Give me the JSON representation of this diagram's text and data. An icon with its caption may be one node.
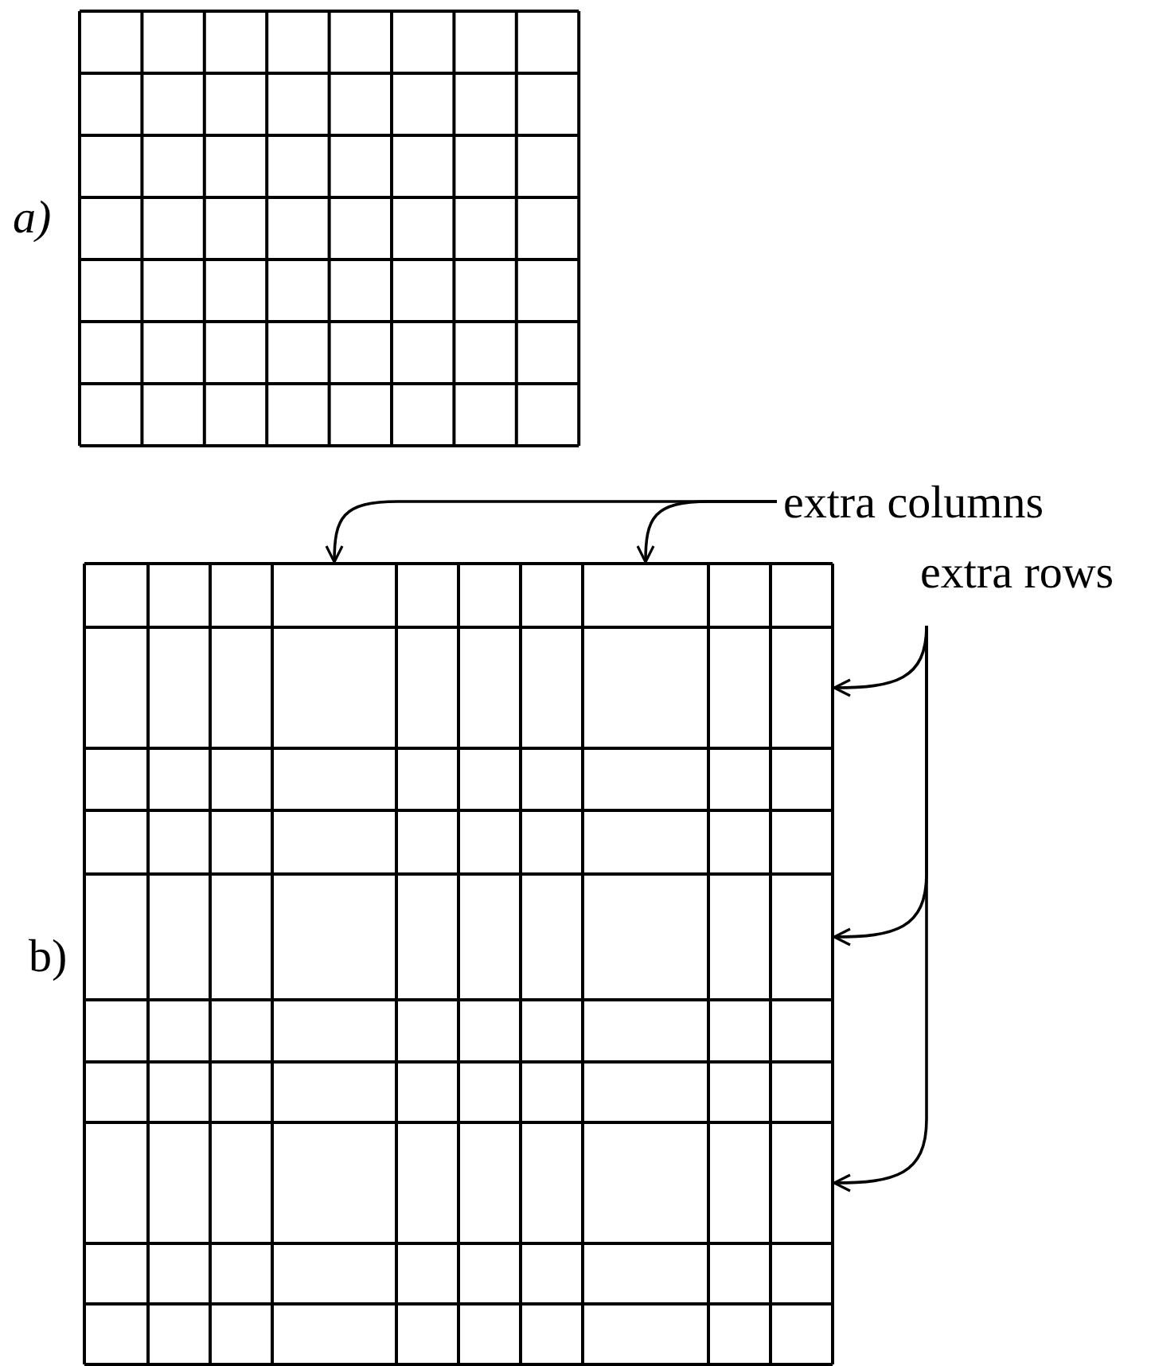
{
  "diagram": {
    "nodes": [
      {
        "text": [
          "extra columns"
        ]
      },
      {
        "text": [
          "extra rows"
        ]
      },
      {
        "text": [],
        "shape": "bar"
      },
      {
        "text": [],
        "shape": "bar"
      },
      {
        "text": [],
        "shape": "bar"
      },
      {
        "text": [],
        "shape": "bar"
      },
      {
        "text": [],
        "shape": "bar"
      }
    ],
    "edges": [
      {
        "from": 0,
        "to": 2,
        "arrow": "to"
      },
      {
        "from": 0,
        "to": 3,
        "arrow": "to"
      },
      {
        "from": 1,
        "to": 4,
        "arrow": "to"
      },
      {
        "from": 1,
        "to": 5,
        "arrow": "to"
      },
      {
        "from": 1,
        "to": 6,
        "arrow": "to"
      }
    ],
    "labels": [
      "a)",
      "b)"
    ]
  }
}
